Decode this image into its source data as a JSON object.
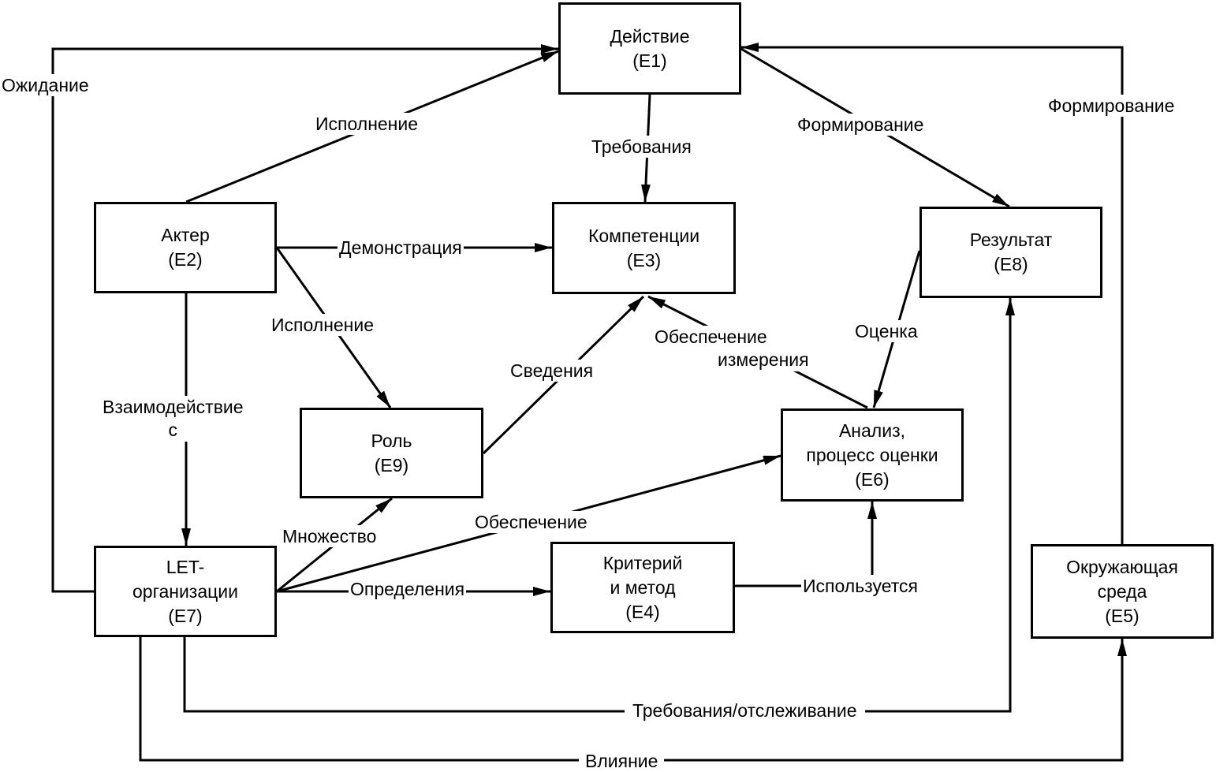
{
  "nodes": {
    "e1": [
      "Действие",
      "(E1)"
    ],
    "e2": [
      "Актер",
      "(E2)"
    ],
    "e3": [
      "Компетенции",
      "(E3)"
    ],
    "e8": [
      "Результат",
      "(E8)"
    ],
    "e9": [
      "Роль",
      "(E9)"
    ],
    "e6": [
      "Анализ,",
      "процесс оценки",
      "(E6)"
    ],
    "e7": [
      "LET-",
      "организации",
      "(E7)"
    ],
    "e4": [
      "Критерий",
      "и метод",
      "(E4)"
    ],
    "e5": [
      "Окружающая",
      "среда",
      "(E5)"
    ]
  },
  "edges": {
    "waiting": "Ожидание",
    "execution_top": "Исполнение",
    "requirements": "Требования",
    "forming_mid": "Формирование",
    "forming_right": "Формирование",
    "demonstration": "Демонстрация",
    "execution_role": "Исполнение",
    "measurement_support": [
      "Обеспечение",
      "измерения"
    ],
    "assessment": "Оценка",
    "information": "Сведения",
    "interaction": [
      "Взаимодействие",
      "с"
    ],
    "multiplicity": "Множество",
    "support": "Обеспечение",
    "definitions": "Определения",
    "used": "Используется",
    "req_tracking": "Требования/отслеживание",
    "influence": "Влияние"
  }
}
